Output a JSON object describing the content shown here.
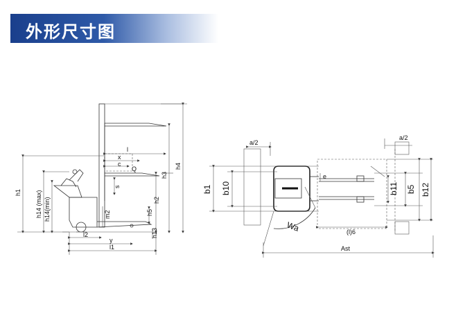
{
  "banner": {
    "title": "外形尺寸图"
  },
  "side_view": {
    "labels": {
      "l": "l",
      "x": "x",
      "c": "c",
      "Q": "Q",
      "s": "s",
      "m2": "m2",
      "h1": "h1",
      "h14": "h14 (max)",
      "h14min": "h14(min)",
      "h2": "h2",
      "h3": "h3",
      "h4": "h4",
      "h5": "h5",
      "h13": "h13",
      "l2": "l2",
      "y": "y",
      "l1": "l1"
    }
  },
  "top_view": {
    "labels": {
      "a2_left": "a/2",
      "a2_right": "a/2",
      "b1": "b1",
      "b10": "b10",
      "e": "e",
      "b11": "b11",
      "b5": "b5",
      "b12": "b12",
      "wa": "Wa",
      "l6": "(l)6",
      "ast": "Ast"
    }
  }
}
